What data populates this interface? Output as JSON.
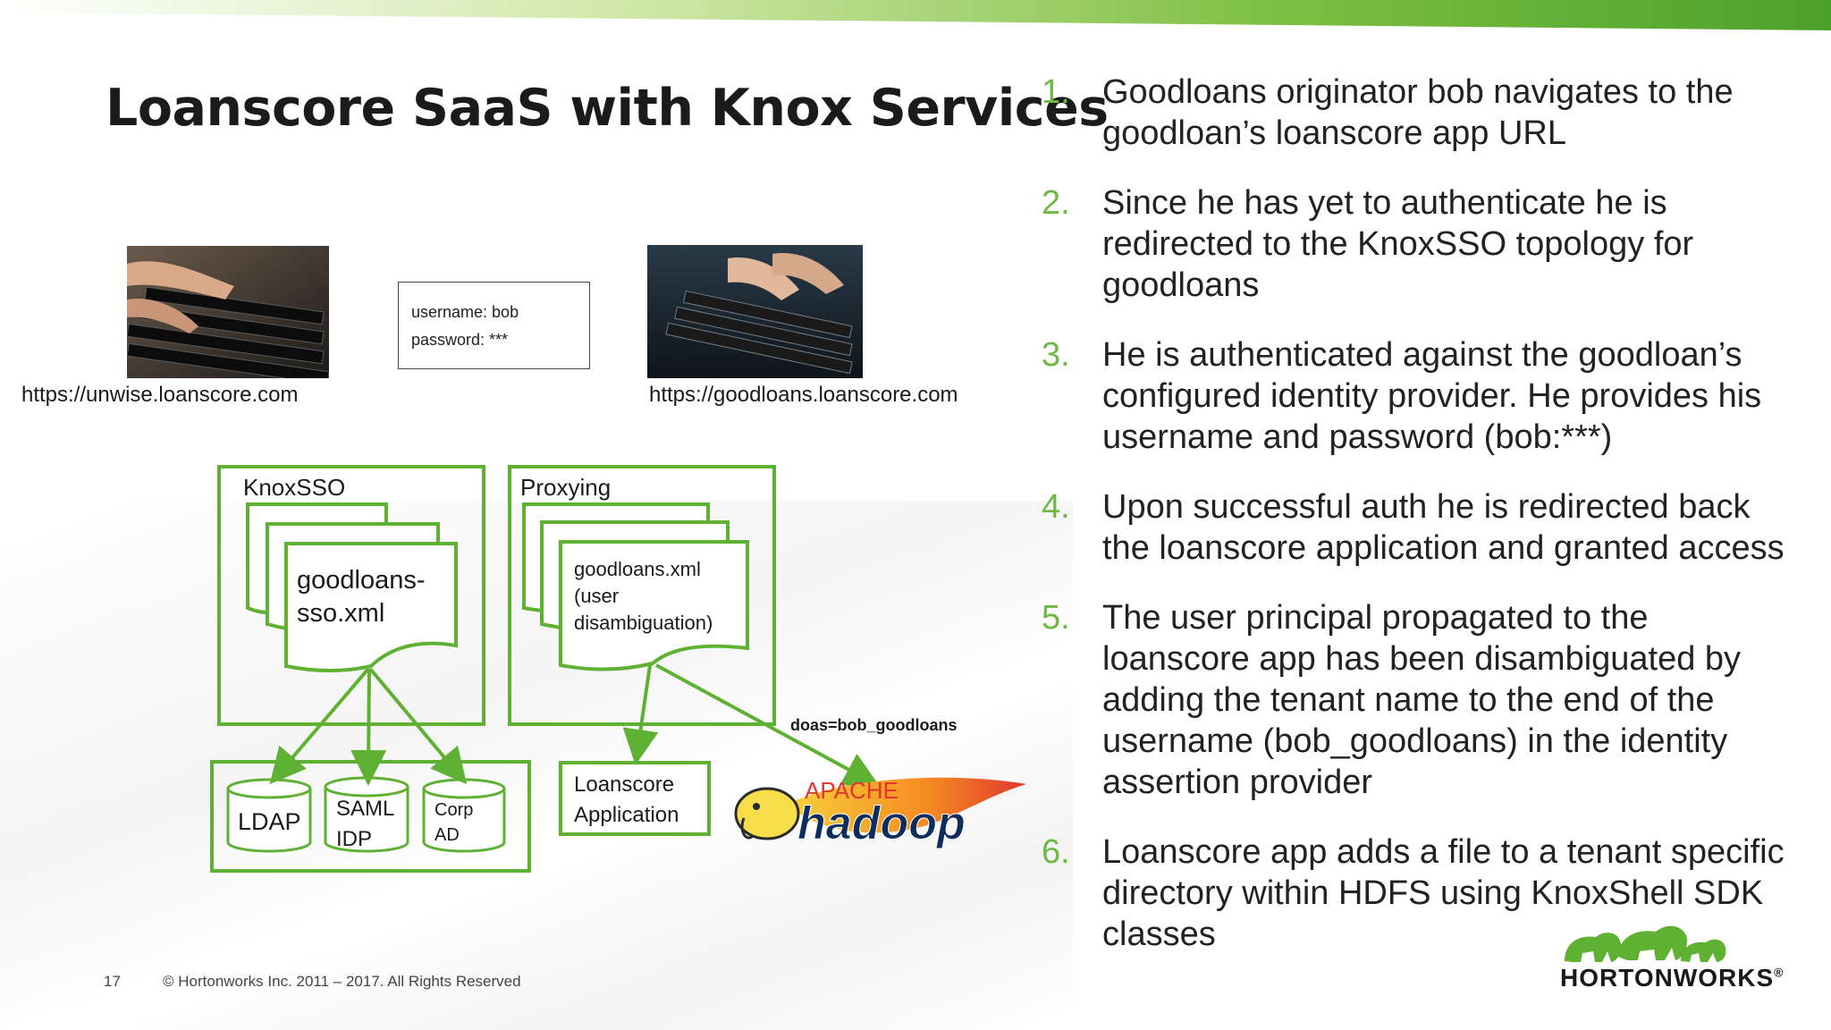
{
  "slide": {
    "title": "Loanscore SaaS with Knox Services",
    "slide_number": "17",
    "copyright": "© Hortonworks Inc. 2011 – 2017. All Rights Reserved",
    "logo_text": "HORTONWORKS",
    "logo_trademark": "®"
  },
  "colors": {
    "accent_green": "#5eb133",
    "number_green": "#6fb843",
    "topbar_start": "#ffffff",
    "topbar_end": "#4ca12a"
  },
  "left_client": {
    "url": "https://unwise.loanscore.com"
  },
  "right_client": {
    "url": "https://goodloans.loanscore.com"
  },
  "credentials": {
    "username_line": "username: bob",
    "password_line": "password: ***"
  },
  "diagram": {
    "knoxsso": {
      "label": "KnoxSSO",
      "doc_line1": "goodloans-",
      "doc_line2": "sso.xml"
    },
    "proxying": {
      "label": "Proxying",
      "doc_line1": "goodloans.xml",
      "doc_line2": "(user",
      "doc_line3": "disambiguation)"
    },
    "idps": {
      "ldap": "LDAP",
      "saml_line1": "SAML",
      "saml_line2": "IDP",
      "corp_line1": "Corp",
      "corp_line2": "AD"
    },
    "loanscore_app": {
      "line1": "Loanscore",
      "line2": "Application"
    },
    "doas_label": "doas=bob_goodloans",
    "hadoop": {
      "apache": "APACHE",
      "name": "hadoop"
    }
  },
  "steps": [
    {
      "num": "1.",
      "text": "Goodloans originator bob navigates to the goodloan’s loanscore app URL"
    },
    {
      "num": "2.",
      "text": "Since he has yet to authenticate he is redirected to the KnoxSSO topology for goodloans"
    },
    {
      "num": "3.",
      "text": "He is authenticated against the goodloan’s configured identity provider. He provides his username and password (bob:***)"
    },
    {
      "num": "4.",
      "text": "Upon successful auth he is redirected back the loanscore application and granted access"
    },
    {
      "num": "5.",
      "text": "The user principal propagated to the loanscore app has been disambiguated by adding the tenant name to the end of the username (bob_goodloans) in the identity assertion provider"
    },
    {
      "num": "6.",
      "text": "Loanscore app adds a file to a tenant specific directory within HDFS using KnoxShell SDK classes"
    }
  ]
}
